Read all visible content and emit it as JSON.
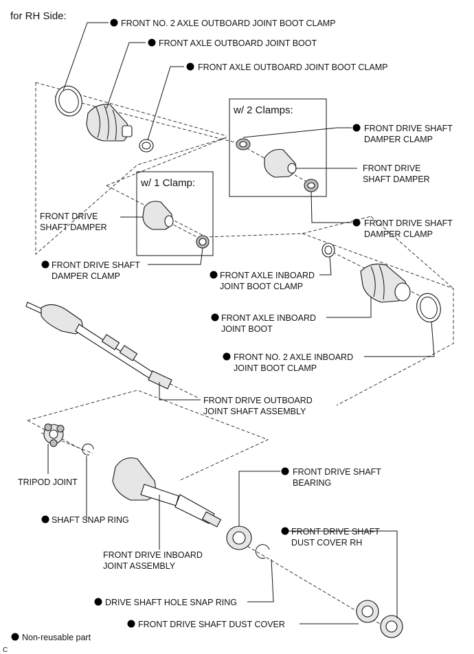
{
  "header": {
    "title": "for RH Side:"
  },
  "boxes": {
    "two_clamps": "w/ 2 Clamps:",
    "one_clamp": "w/ 1 Clamp:"
  },
  "labels": {
    "no2_outboard_clamp": "FRONT NO. 2 AXLE OUTBOARD JOINT BOOT CLAMP",
    "outboard_boot": "FRONT AXLE OUTBOARD JOINT BOOT",
    "outboard_boot_clamp": "FRONT AXLE OUTBOARD JOINT BOOT CLAMP",
    "damper_clamp_top_1": "FRONT DRIVE SHAFT",
    "damper_clamp_top_2": "DAMPER CLAMP",
    "damper_2c_1": "FRONT DRIVE",
    "damper_2c_2": "SHAFT DAMPER",
    "damper_clamp_mid_1": "FRONT DRIVE SHAFT",
    "damper_clamp_mid_2": "DAMPER CLAMP",
    "damper_1c_1": "FRONT DRIVE",
    "damper_1c_2": "SHAFT DAMPER",
    "damper_clamp_1c_1": "FRONT DRIVE SHAFT",
    "damper_clamp_1c_2": "DAMPER CLAMP",
    "inboard_boot_clamp_1": "FRONT AXLE INBOARD",
    "inboard_boot_clamp_2": "JOINT BOOT CLAMP",
    "inboard_boot_1": "FRONT AXLE INBOARD",
    "inboard_boot_2": "JOINT BOOT",
    "no2_inboard_clamp_1": "FRONT NO. 2 AXLE INBOARD",
    "no2_inboard_clamp_2": "JOINT BOOT CLAMP",
    "outboard_shaft_1": "FRONT DRIVE OUTBOARD",
    "outboard_shaft_2": "JOINT SHAFT ASSEMBLY",
    "tripod_joint": "TRIPOD JOINT",
    "shaft_snap_ring": "SHAFT SNAP RING",
    "inboard_joint_1": "FRONT DRIVE INBOARD",
    "inboard_joint_2": "JOINT ASSEMBLY",
    "bearing_1": "FRONT DRIVE SHAFT",
    "bearing_2": "BEARING",
    "dust_cover_rh_1": "FRONT DRIVE SHAFT",
    "dust_cover_rh_2": "DUST COVER RH",
    "hole_snap_ring": "DRIVE SHAFT HOLE SNAP RING",
    "dust_cover": "FRONT DRIVE SHAFT DUST COVER"
  },
  "legend": {
    "text": "Non-reusable part"
  },
  "figure_code": "C"
}
